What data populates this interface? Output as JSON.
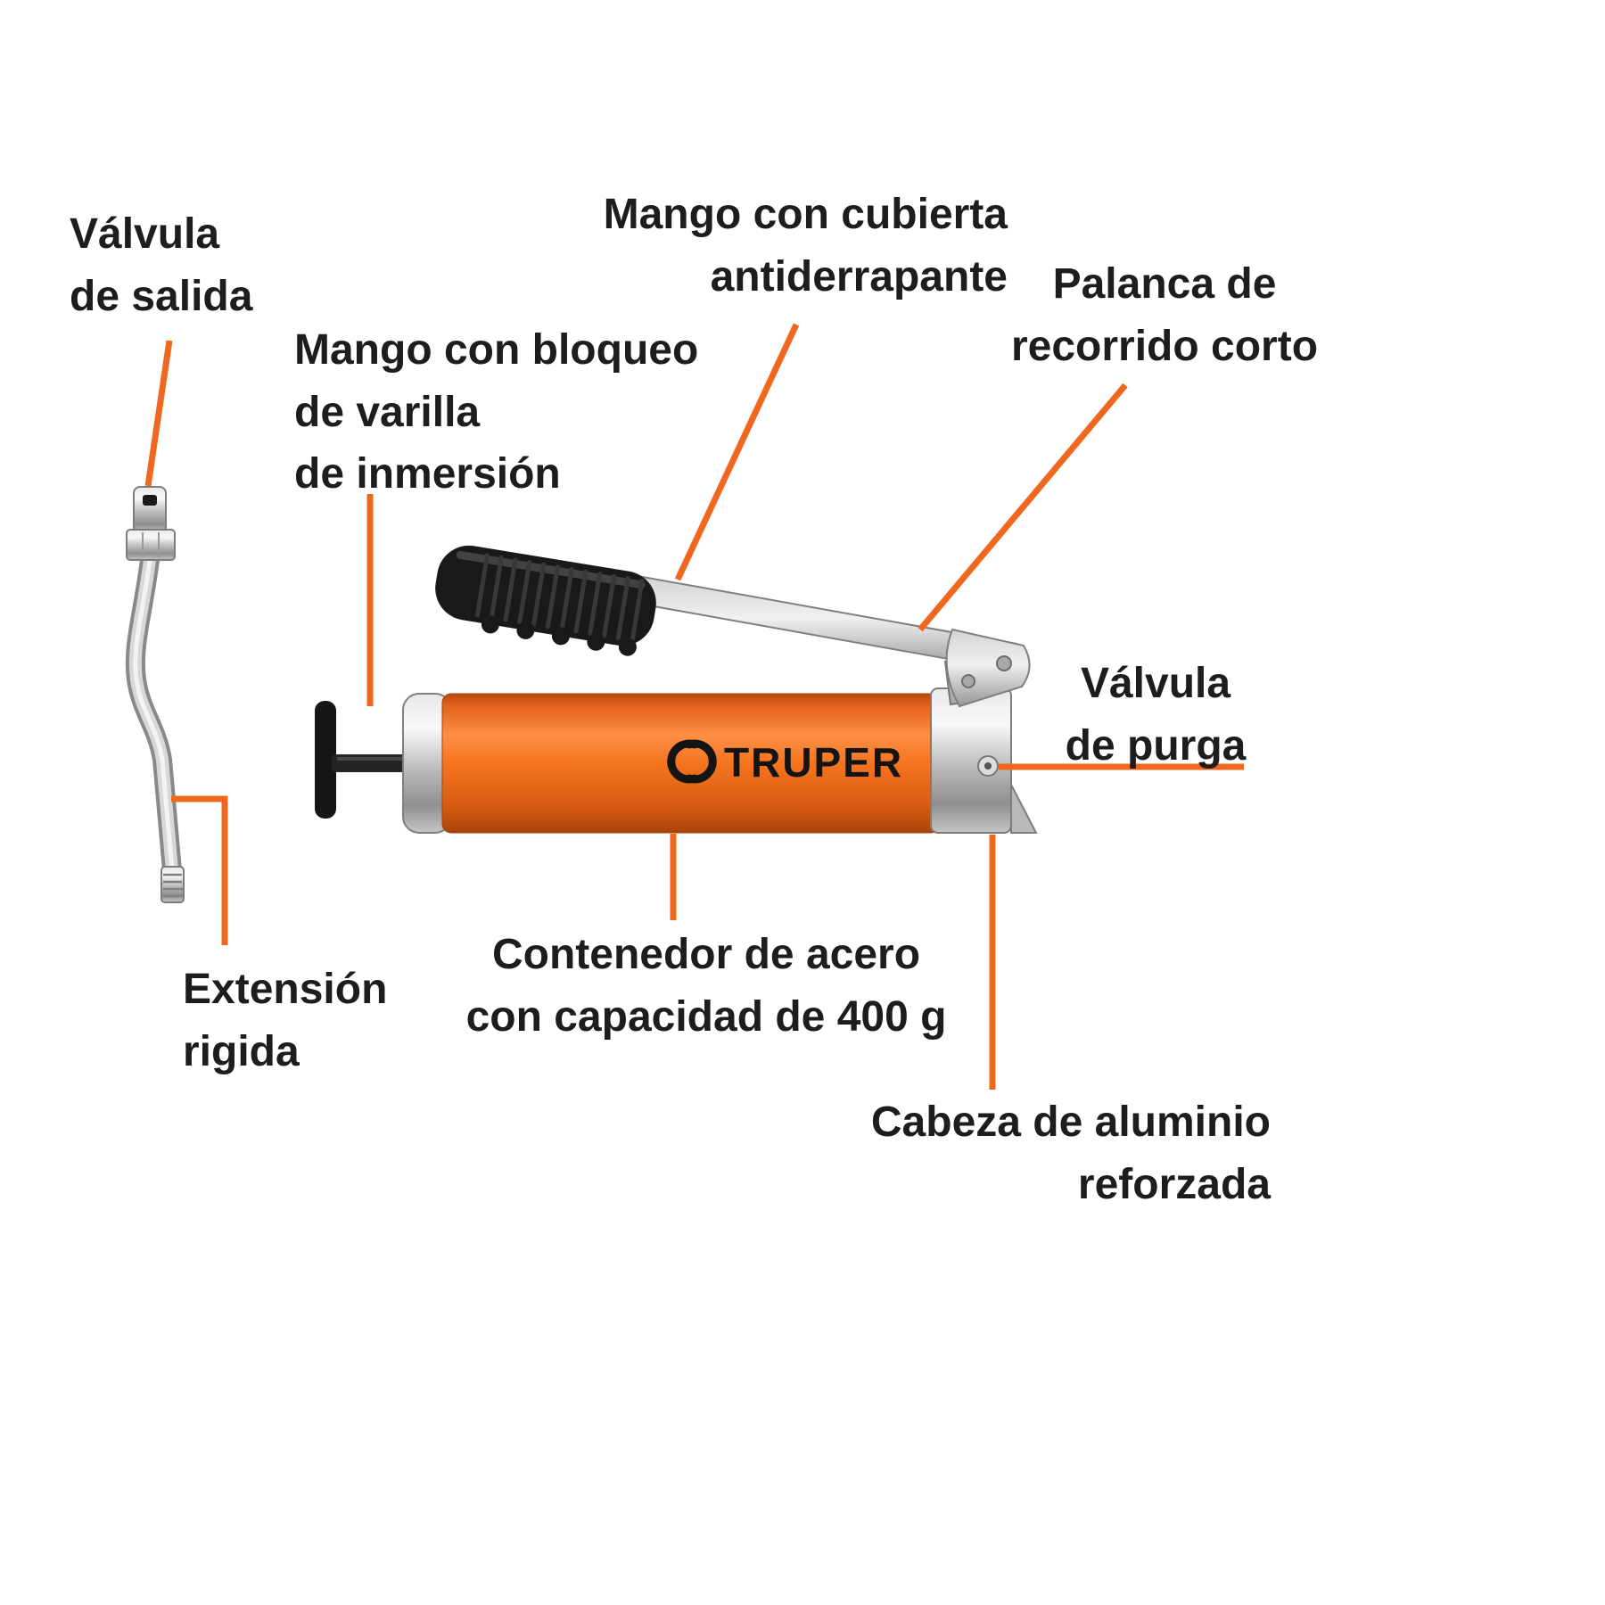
{
  "product": {
    "brand": "TRUPER"
  },
  "colors": {
    "accent": "#F0681F",
    "text": "#1D1D1D",
    "container_orange": "#F4741F"
  },
  "labels": {
    "valvula_salida": {
      "line1": "Válvula",
      "line2": "de salida"
    },
    "mango_bloqueo": {
      "line1": "Mango con bloqueo",
      "line2": "de varilla",
      "line3": "de inmersión"
    },
    "mango_cubierta": {
      "line1": "Mango con cubierta",
      "line2": "antiderrapante"
    },
    "palanca": {
      "line1": "Palanca de",
      "line2": "recorrido corto"
    },
    "valvula_purga": {
      "line1": "Válvula",
      "line2": "de purga"
    },
    "extension": {
      "line1": "Extensión",
      "line2": "rigida"
    },
    "contenedor": {
      "line1": "Contenedor de acero",
      "line2": "con capacidad de 400 g"
    },
    "cabeza": {
      "line1": "Cabeza de aluminio",
      "line2": "reforzada"
    }
  }
}
